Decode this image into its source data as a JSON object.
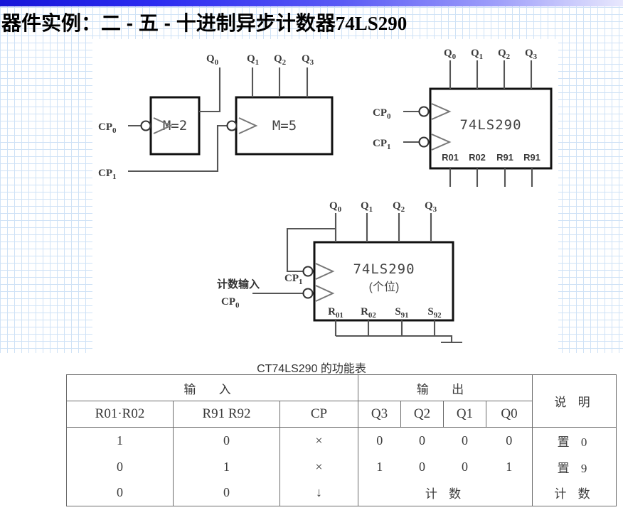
{
  "page": {
    "title_cn": "器件实例：二 - 五 - 十进制异步计数器",
    "title_part": "74LS290",
    "watermark": "·························"
  },
  "diagram_top_left": {
    "name": "two-five-decade-block-diagram",
    "inputs": [
      {
        "label": "CP",
        "sub": "0"
      },
      {
        "label": "CP",
        "sub": "1"
      }
    ],
    "blocks": [
      {
        "label": "M=2"
      },
      {
        "label": "M=5"
      }
    ],
    "outputs": [
      {
        "label": "Q",
        "sub": "0"
      },
      {
        "label": "Q",
        "sub": "1"
      },
      {
        "label": "Q",
        "sub": "2"
      },
      {
        "label": "Q",
        "sub": "3"
      }
    ]
  },
  "diagram_top_right": {
    "name": "74ls290-pinout",
    "chip": "74LS290",
    "inputs": [
      {
        "label": "CP",
        "sub": "0"
      },
      {
        "label": "CP",
        "sub": "1"
      }
    ],
    "outputs": [
      {
        "label": "Q",
        "sub": "0"
      },
      {
        "label": "Q",
        "sub": "1"
      },
      {
        "label": "Q",
        "sub": "2"
      },
      {
        "label": "Q",
        "sub": "3"
      }
    ],
    "bottom_pins": [
      "R01",
      "R02",
      "R91",
      "R91"
    ]
  },
  "diagram_bottom": {
    "name": "74ls290-decade-connection",
    "chip": "74LS290",
    "chip_sub": "(个位)",
    "input_note": "计数输入",
    "input_cp0": {
      "label": "CP",
      "sub": "0"
    },
    "input_cp1": {
      "label": "CP",
      "sub": "1"
    },
    "outputs": [
      {
        "label": "Q",
        "sub": "0"
      },
      {
        "label": "Q",
        "sub": "1"
      },
      {
        "label": "Q",
        "sub": "2"
      },
      {
        "label": "Q",
        "sub": "3"
      }
    ],
    "bottom_pins": [
      {
        "label": "R",
        "sub": "01"
      },
      {
        "label": "R",
        "sub": "02"
      },
      {
        "label": "S",
        "sub": "91"
      },
      {
        "label": "S",
        "sub": "92"
      }
    ]
  },
  "table": {
    "caption": "CT74LS290 的功能表",
    "group_headers": {
      "inputs": "输   入",
      "outputs": "输   出",
      "note": "说 明"
    },
    "column_headers": {
      "r01r02": "R01·R02",
      "r91r92": "R91 R92",
      "cp": "CP",
      "q3": "Q3",
      "q2": "Q2",
      "q1": "Q1",
      "q0": "Q0"
    },
    "rows": [
      {
        "r0": "1",
        "r9": "0",
        "cp": "×",
        "q3": "0",
        "q2": "0",
        "q1": "0",
        "q0": "0",
        "note": "置 0",
        "merged_out": false
      },
      {
        "r0": "0",
        "r9": "1",
        "cp": "×",
        "q3": "1",
        "q2": "0",
        "q1": "0",
        "q0": "1",
        "note": "置 9",
        "merged_out": false
      },
      {
        "r0": "0",
        "r9": "0",
        "cp": "↓",
        "out_merged": "计  数",
        "note": "计  数",
        "merged_out": true
      }
    ]
  }
}
